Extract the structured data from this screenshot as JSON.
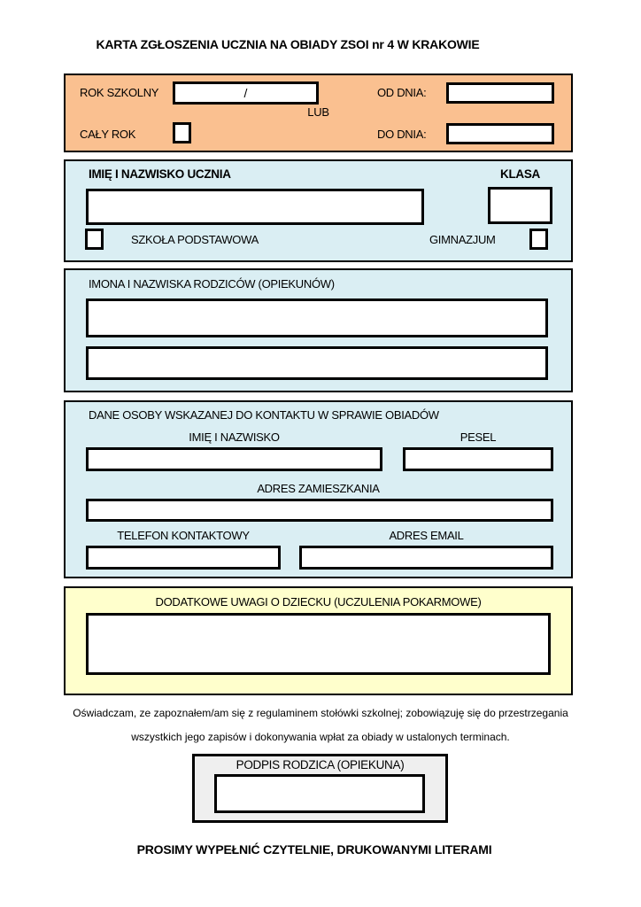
{
  "page": {
    "title": "KARTA ZGŁOSZENIA UCZNIA NA OBIADY ZSOI nr 4 W KRAKOWIE",
    "footer": "PROSIMY WYPEŁNIĆ CZYTELNIE, DRUKOWANYMI LITERAMI"
  },
  "colors": {
    "school_year_bg": "#FAC090",
    "info_section_bg": "#DAEEF3",
    "notes_bg": "#FFFFCC",
    "signature_bg": "#EFEFEF",
    "border": "#000000"
  },
  "school_year_section": {
    "rok_szkolny_label": "ROK SZKOLNY",
    "rok_szkolny_value": "/",
    "od_dnia_label": "OD DNIA:",
    "od_dnia_value": "",
    "lub_label": "LUB",
    "caly_rok_label": "CAŁY ROK",
    "do_dnia_label": "DO DNIA:",
    "do_dnia_value": ""
  },
  "student_section": {
    "name_header": "IMIĘ I NAZWISKO UCZNIA",
    "klasa_header": "KLASA",
    "name_value": "",
    "klasa_value": "",
    "szkola_podstawowa_label": "SZKOŁA PODSTAWOWA",
    "gimnazjum_label": "GIMNAZJUM"
  },
  "parents_section": {
    "header": "IMONA I NAZWISKA RODZICÓW (OPIEKUNÓW)",
    "parent1_value": "",
    "parent2_value": ""
  },
  "contact_section": {
    "header": "DANE OSOBY WSKAZANEJ DO KONTAKTU W SPRAWIE OBIADÓW",
    "name_label": "IMIĘ I NAZWISKO",
    "pesel_label": "PESEL",
    "name_value": "",
    "pesel_value": "",
    "address_label": "ADRES ZAMIESZKANIA",
    "address_value": "",
    "phone_label": "TELEFON KONTAKTOWY",
    "email_label": "ADRES EMAIL",
    "phone_value": "",
    "email_value": ""
  },
  "notes_section": {
    "header": "DODATKOWE UWAGI O DZIECKU (UCZULENIA POKARMOWE)",
    "notes_value": ""
  },
  "declaration": {
    "line1": "Oświadczam, ze zapoznałem/am się z regulaminem stołówki szkolnej; zobowiązuję się do przestrzegania",
    "line2": "wszystkich jego zapisów i dokonywania wpłat za obiady w ustalonych terminach."
  },
  "signature_section": {
    "header": "PODPIS RODZICA (OPIEKUNA)",
    "signature_value": ""
  }
}
